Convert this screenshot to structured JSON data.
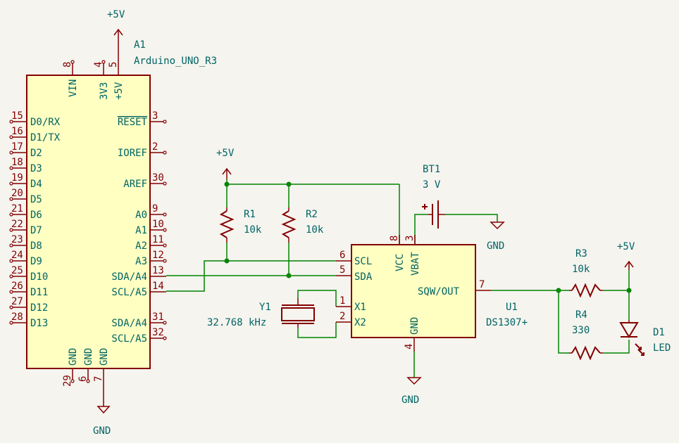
{
  "power": {
    "vcc_label": "+5V",
    "gnd_label": "GND"
  },
  "arduino": {
    "ref": "A1",
    "value": "Arduino_UNO_R3",
    "left_pins": [
      {
        "num": "15",
        "name": "D0/RX"
      },
      {
        "num": "16",
        "name": "D1/TX"
      },
      {
        "num": "17",
        "name": "D2"
      },
      {
        "num": "18",
        "name": "D3"
      },
      {
        "num": "19",
        "name": "D4"
      },
      {
        "num": "20",
        "name": "D5"
      },
      {
        "num": "21",
        "name": "D6"
      },
      {
        "num": "22",
        "name": "D7"
      },
      {
        "num": "23",
        "name": "D8"
      },
      {
        "num": "24",
        "name": "D9"
      },
      {
        "num": "25",
        "name": "D10"
      },
      {
        "num": "26",
        "name": "D11"
      },
      {
        "num": "27",
        "name": "D12"
      },
      {
        "num": "28",
        "name": "D13"
      }
    ],
    "right_pins": [
      {
        "num": "3",
        "name": "RESET"
      },
      {
        "num": "2",
        "name": "IOREF"
      },
      {
        "num": "30",
        "name": "AREF"
      },
      {
        "num": "9",
        "name": "A0"
      },
      {
        "num": "10",
        "name": "A1"
      },
      {
        "num": "11",
        "name": "A2"
      },
      {
        "num": "12",
        "name": "A3"
      },
      {
        "num": "13",
        "name": "SDA/A4"
      },
      {
        "num": "14",
        "name": "SCL/A5"
      },
      {
        "num": "31",
        "name": "SDA/A4"
      },
      {
        "num": "32",
        "name": "SCL/A5"
      }
    ],
    "top_pins": [
      {
        "num": "8",
        "name": "VIN"
      },
      {
        "num": "4",
        "name": "3V3"
      },
      {
        "num": "5",
        "name": "+5V"
      }
    ],
    "bottom_pins": [
      {
        "num": "29",
        "name": "GND"
      },
      {
        "num": "6",
        "name": "GND"
      },
      {
        "num": "7",
        "name": "GND"
      }
    ]
  },
  "r1": {
    "ref": "R1",
    "value": "10k"
  },
  "r2": {
    "ref": "R2",
    "value": "10k"
  },
  "r3": {
    "ref": "R3",
    "value": "10k"
  },
  "r4": {
    "ref": "R4",
    "value": "330"
  },
  "bt1": {
    "ref": "BT1",
    "value": "3 V"
  },
  "y1": {
    "ref": "Y1",
    "value": "32.768 kHz"
  },
  "d1": {
    "ref": "D1",
    "value": "LED"
  },
  "u1": {
    "ref": "U1",
    "value": "DS1307+",
    "pins": [
      {
        "num": "6",
        "name": "SCL"
      },
      {
        "num": "5",
        "name": "SDA"
      },
      {
        "num": "1",
        "name": "X1"
      },
      {
        "num": "2",
        "name": "X2"
      },
      {
        "num": "8",
        "name": "VCC"
      },
      {
        "num": "3",
        "name": "VBAT"
      },
      {
        "num": "7",
        "name": "SQW/OUT"
      },
      {
        "num": "4",
        "name": "GND"
      }
    ]
  }
}
